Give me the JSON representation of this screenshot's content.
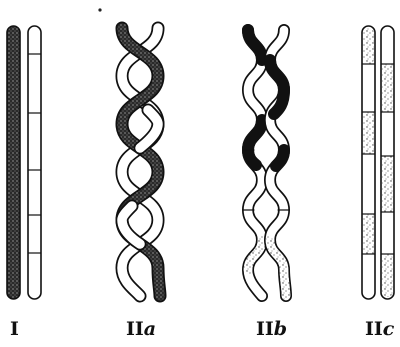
{
  "figure": {
    "panels": [
      {
        "id": "I",
        "label_main": "I",
        "label_suffix": ""
      },
      {
        "id": "IIa",
        "label_main": "II",
        "label_suffix": "a"
      },
      {
        "id": "IIb",
        "label_main": "II",
        "label_suffix": "b"
      },
      {
        "id": "IIc",
        "label_main": "II",
        "label_suffix": "c"
      }
    ]
  },
  "colors": {
    "ink": "#111111",
    "paper": "#ffffff",
    "speckle": "#333333"
  }
}
